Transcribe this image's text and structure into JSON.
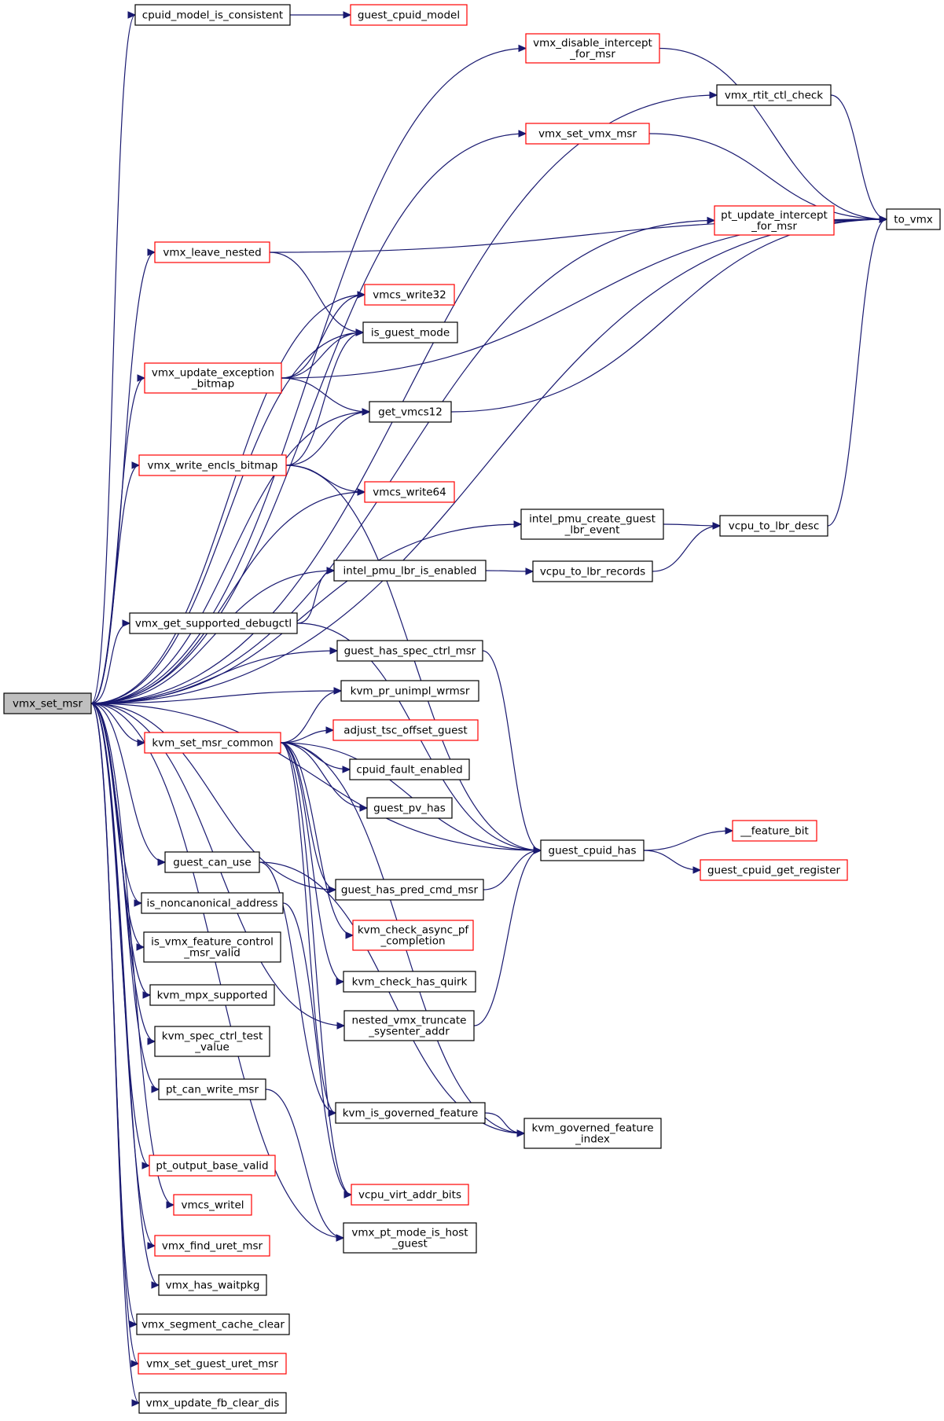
{
  "diagram": {
    "type": "call-graph",
    "colors": {
      "edge": "#191970",
      "root_fill": "#bfbfbf",
      "node_fill": "#ffffff",
      "normal_border": "#000000",
      "truncated_border": "#ff0000"
    },
    "nodes": [
      {
        "id": "vmx_set_msr",
        "lines": [
          "vmx_set_msr"
        ],
        "kind": "root"
      },
      {
        "id": "cpuid_model_is_consistent",
        "lines": [
          "cpuid_model_is_consistent"
        ],
        "kind": "normal"
      },
      {
        "id": "guest_cpuid_model",
        "lines": [
          "guest_cpuid_model"
        ],
        "kind": "truncated"
      },
      {
        "id": "vmx_disable_intercept_for_msr",
        "lines": [
          "vmx_disable_intercept",
          "_for_msr"
        ],
        "kind": "truncated"
      },
      {
        "id": "vmx_rtit_ctl_check",
        "lines": [
          "vmx_rtit_ctl_check"
        ],
        "kind": "normal"
      },
      {
        "id": "vmx_set_vmx_msr",
        "lines": [
          "vmx_set_vmx_msr"
        ],
        "kind": "truncated"
      },
      {
        "id": "to_vmx",
        "lines": [
          "to_vmx"
        ],
        "kind": "normal"
      },
      {
        "id": "pt_update_intercept_for_msr",
        "lines": [
          "pt_update_intercept",
          "_for_msr"
        ],
        "kind": "truncated"
      },
      {
        "id": "vmx_leave_nested",
        "lines": [
          "vmx_leave_nested"
        ],
        "kind": "truncated"
      },
      {
        "id": "vmcs_write32",
        "lines": [
          "vmcs_write32"
        ],
        "kind": "truncated"
      },
      {
        "id": "is_guest_mode",
        "lines": [
          "is_guest_mode"
        ],
        "kind": "normal"
      },
      {
        "id": "vmx_update_exception_bitmap",
        "lines": [
          "vmx_update_exception",
          "_bitmap"
        ],
        "kind": "truncated"
      },
      {
        "id": "get_vmcs12",
        "lines": [
          "get_vmcs12"
        ],
        "kind": "normal"
      },
      {
        "id": "vmx_write_encls_bitmap",
        "lines": [
          "vmx_write_encls_bitmap"
        ],
        "kind": "truncated"
      },
      {
        "id": "vmcs_write64",
        "lines": [
          "vmcs_write64"
        ],
        "kind": "truncated"
      },
      {
        "id": "intel_pmu_create_guest_lbr_event",
        "lines": [
          "intel_pmu_create_guest",
          "_lbr_event"
        ],
        "kind": "normal"
      },
      {
        "id": "vcpu_to_lbr_desc",
        "lines": [
          "vcpu_to_lbr_desc"
        ],
        "kind": "normal"
      },
      {
        "id": "intel_pmu_lbr_is_enabled",
        "lines": [
          "intel_pmu_lbr_is_enabled"
        ],
        "kind": "normal"
      },
      {
        "id": "vcpu_to_lbr_records",
        "lines": [
          "vcpu_to_lbr_records"
        ],
        "kind": "normal"
      },
      {
        "id": "vmx_get_supported_debugctl",
        "lines": [
          "vmx_get_supported_debugctl"
        ],
        "kind": "normal"
      },
      {
        "id": "guest_has_spec_ctrl_msr",
        "lines": [
          "guest_has_spec_ctrl_msr"
        ],
        "kind": "normal"
      },
      {
        "id": "kvm_pr_unimpl_wrmsr",
        "lines": [
          "kvm_pr_unimpl_wrmsr"
        ],
        "kind": "normal"
      },
      {
        "id": "kvm_set_msr_common",
        "lines": [
          "kvm_set_msr_common"
        ],
        "kind": "truncated"
      },
      {
        "id": "adjust_tsc_offset_guest",
        "lines": [
          "adjust_tsc_offset_guest"
        ],
        "kind": "truncated"
      },
      {
        "id": "cpuid_fault_enabled",
        "lines": [
          "cpuid_fault_enabled"
        ],
        "kind": "normal"
      },
      {
        "id": "guest_pv_has",
        "lines": [
          "guest_pv_has"
        ],
        "kind": "normal"
      },
      {
        "id": "feature_bit",
        "lines": [
          "__feature_bit"
        ],
        "kind": "truncated"
      },
      {
        "id": "guest_cpuid_has",
        "lines": [
          "guest_cpuid_has"
        ],
        "kind": "normal"
      },
      {
        "id": "guest_cpuid_get_register",
        "lines": [
          "guest_cpuid_get_register"
        ],
        "kind": "truncated"
      },
      {
        "id": "guest_can_use",
        "lines": [
          "guest_can_use"
        ],
        "kind": "normal"
      },
      {
        "id": "guest_has_pred_cmd_msr",
        "lines": [
          "guest_has_pred_cmd_msr"
        ],
        "kind": "normal"
      },
      {
        "id": "is_noncanonical_address",
        "lines": [
          "is_noncanonical_address"
        ],
        "kind": "normal"
      },
      {
        "id": "kvm_check_async_pf_completion",
        "lines": [
          "kvm_check_async_pf",
          "_completion"
        ],
        "kind": "truncated"
      },
      {
        "id": "is_vmx_feature_control_msr_valid",
        "lines": [
          "is_vmx_feature_control",
          "_msr_valid"
        ],
        "kind": "normal"
      },
      {
        "id": "kvm_check_has_quirk",
        "lines": [
          "kvm_check_has_quirk"
        ],
        "kind": "normal"
      },
      {
        "id": "kvm_mpx_supported",
        "lines": [
          "kvm_mpx_supported"
        ],
        "kind": "normal"
      },
      {
        "id": "nested_vmx_truncate_sysenter_addr",
        "lines": [
          "nested_vmx_truncate",
          "_sysenter_addr"
        ],
        "kind": "normal"
      },
      {
        "id": "kvm_spec_ctrl_test_value",
        "lines": [
          "kvm_spec_ctrl_test",
          "_value"
        ],
        "kind": "normal"
      },
      {
        "id": "pt_can_write_msr",
        "lines": [
          "pt_can_write_msr"
        ],
        "kind": "normal"
      },
      {
        "id": "kvm_is_governed_feature",
        "lines": [
          "kvm_is_governed_feature"
        ],
        "kind": "normal"
      },
      {
        "id": "kvm_governed_feature_index",
        "lines": [
          "kvm_governed_feature",
          "_index"
        ],
        "kind": "normal"
      },
      {
        "id": "pt_output_base_valid",
        "lines": [
          "pt_output_base_valid"
        ],
        "kind": "truncated"
      },
      {
        "id": "vcpu_virt_addr_bits",
        "lines": [
          "vcpu_virt_addr_bits"
        ],
        "kind": "truncated"
      },
      {
        "id": "vmcs_writel",
        "lines": [
          "vmcs_writel"
        ],
        "kind": "truncated"
      },
      {
        "id": "vmx_pt_mode_is_host_guest",
        "lines": [
          "vmx_pt_mode_is_host",
          "_guest"
        ],
        "kind": "normal"
      },
      {
        "id": "vmx_find_uret_msr",
        "lines": [
          "vmx_find_uret_msr"
        ],
        "kind": "truncated"
      },
      {
        "id": "vmx_has_waitpkg",
        "lines": [
          "vmx_has_waitpkg"
        ],
        "kind": "normal"
      },
      {
        "id": "vmx_segment_cache_clear",
        "lines": [
          "vmx_segment_cache_clear"
        ],
        "kind": "normal"
      },
      {
        "id": "vmx_set_guest_uret_msr",
        "lines": [
          "vmx_set_guest_uret_msr"
        ],
        "kind": "truncated"
      },
      {
        "id": "vmx_update_fb_clear_dis",
        "lines": [
          "vmx_update_fb_clear_dis"
        ],
        "kind": "normal"
      }
    ],
    "edges": [
      [
        "vmx_set_msr",
        "cpuid_model_is_consistent"
      ],
      [
        "vmx_set_msr",
        "vmx_disable_intercept_for_msr"
      ],
      [
        "vmx_set_msr",
        "vmx_rtit_ctl_check"
      ],
      [
        "vmx_set_msr",
        "vmx_set_vmx_msr"
      ],
      [
        "vmx_set_msr",
        "to_vmx"
      ],
      [
        "vmx_set_msr",
        "pt_update_intercept_for_msr"
      ],
      [
        "vmx_set_msr",
        "vmx_leave_nested"
      ],
      [
        "vmx_set_msr",
        "vmcs_write32"
      ],
      [
        "vmx_set_msr",
        "is_guest_mode"
      ],
      [
        "vmx_set_msr",
        "vmx_update_exception_bitmap"
      ],
      [
        "vmx_set_msr",
        "get_vmcs12"
      ],
      [
        "vmx_set_msr",
        "vmx_write_encls_bitmap"
      ],
      [
        "vmx_set_msr",
        "vmcs_write64"
      ],
      [
        "vmx_set_msr",
        "intel_pmu_create_guest_lbr_event"
      ],
      [
        "vmx_set_msr",
        "intel_pmu_lbr_is_enabled"
      ],
      [
        "vmx_set_msr",
        "vmx_get_supported_debugctl"
      ],
      [
        "vmx_set_msr",
        "guest_has_spec_ctrl_msr"
      ],
      [
        "vmx_set_msr",
        "kvm_pr_unimpl_wrmsr"
      ],
      [
        "vmx_set_msr",
        "kvm_set_msr_common"
      ],
      [
        "vmx_set_msr",
        "guest_cpuid_has"
      ],
      [
        "vmx_set_msr",
        "guest_can_use"
      ],
      [
        "vmx_set_msr",
        "guest_has_pred_cmd_msr"
      ],
      [
        "vmx_set_msr",
        "is_noncanonical_address"
      ],
      [
        "vmx_set_msr",
        "is_vmx_feature_control_msr_valid"
      ],
      [
        "vmx_set_msr",
        "kvm_mpx_supported"
      ],
      [
        "vmx_set_msr",
        "nested_vmx_truncate_sysenter_addr"
      ],
      [
        "vmx_set_msr",
        "kvm_spec_ctrl_test_value"
      ],
      [
        "vmx_set_msr",
        "pt_can_write_msr"
      ],
      [
        "vmx_set_msr",
        "pt_output_base_valid"
      ],
      [
        "vmx_set_msr",
        "vmcs_writel"
      ],
      [
        "vmx_set_msr",
        "vmx_pt_mode_is_host_guest"
      ],
      [
        "vmx_set_msr",
        "vmx_find_uret_msr"
      ],
      [
        "vmx_set_msr",
        "vmx_has_waitpkg"
      ],
      [
        "vmx_set_msr",
        "vmx_segment_cache_clear"
      ],
      [
        "vmx_set_msr",
        "vmx_set_guest_uret_msr"
      ],
      [
        "vmx_set_msr",
        "vmx_update_fb_clear_dis"
      ],
      [
        "cpuid_model_is_consistent",
        "guest_cpuid_model"
      ],
      [
        "vmx_disable_intercept_for_msr",
        "to_vmx"
      ],
      [
        "vmx_rtit_ctl_check",
        "to_vmx"
      ],
      [
        "vmx_set_vmx_msr",
        "to_vmx"
      ],
      [
        "pt_update_intercept_for_msr",
        "to_vmx"
      ],
      [
        "vmx_leave_nested",
        "to_vmx"
      ],
      [
        "vmx_leave_nested",
        "is_guest_mode"
      ],
      [
        "vmx_update_exception_bitmap",
        "to_vmx"
      ],
      [
        "vmx_update_exception_bitmap",
        "vmcs_write32"
      ],
      [
        "vmx_update_exception_bitmap",
        "is_guest_mode"
      ],
      [
        "vmx_update_exception_bitmap",
        "get_vmcs12"
      ],
      [
        "get_vmcs12",
        "to_vmx"
      ],
      [
        "vmx_write_encls_bitmap",
        "is_guest_mode"
      ],
      [
        "vmx_write_encls_bitmap",
        "get_vmcs12"
      ],
      [
        "vmx_write_encls_bitmap",
        "vmcs_write64"
      ],
      [
        "vmx_write_encls_bitmap",
        "guest_cpuid_has"
      ],
      [
        "intel_pmu_create_guest_lbr_event",
        "vcpu_to_lbr_desc"
      ],
      [
        "vcpu_to_lbr_desc",
        "to_vmx"
      ],
      [
        "intel_pmu_lbr_is_enabled",
        "vcpu_to_lbr_records"
      ],
      [
        "vcpu_to_lbr_records",
        "vcpu_to_lbr_desc"
      ],
      [
        "vmx_get_supported_debugctl",
        "intel_pmu_lbr_is_enabled"
      ],
      [
        "vmx_get_supported_debugctl",
        "guest_cpuid_has"
      ],
      [
        "guest_has_spec_ctrl_msr",
        "guest_cpuid_has"
      ],
      [
        "kvm_set_msr_common",
        "kvm_pr_unimpl_wrmsr"
      ],
      [
        "kvm_set_msr_common",
        "adjust_tsc_offset_guest"
      ],
      [
        "kvm_set_msr_common",
        "cpuid_fault_enabled"
      ],
      [
        "kvm_set_msr_common",
        "guest_pv_has"
      ],
      [
        "kvm_set_msr_common",
        "guest_cpuid_has"
      ],
      [
        "kvm_set_msr_common",
        "guest_has_pred_cmd_msr"
      ],
      [
        "kvm_set_msr_common",
        "kvm_check_async_pf_completion"
      ],
      [
        "kvm_set_msr_common",
        "kvm_check_has_quirk"
      ],
      [
        "kvm_set_msr_common",
        "kvm_is_governed_feature"
      ],
      [
        "kvm_set_msr_common",
        "kvm_governed_feature_index"
      ],
      [
        "kvm_set_msr_common",
        "vcpu_virt_addr_bits"
      ],
      [
        "guest_cpuid_has",
        "feature_bit"
      ],
      [
        "guest_cpuid_has",
        "guest_cpuid_get_register"
      ],
      [
        "guest_can_use",
        "kvm_is_governed_feature"
      ],
      [
        "guest_can_use",
        "kvm_governed_feature_index"
      ],
      [
        "guest_has_pred_cmd_msr",
        "guest_cpuid_has"
      ],
      [
        "is_noncanonical_address",
        "vcpu_virt_addr_bits"
      ],
      [
        "nested_vmx_truncate_sysenter_addr",
        "guest_cpuid_has"
      ],
      [
        "kvm_is_governed_feature",
        "kvm_governed_feature_index"
      ],
      [
        "pt_can_write_msr",
        "vmx_pt_mode_is_host_guest"
      ]
    ]
  }
}
